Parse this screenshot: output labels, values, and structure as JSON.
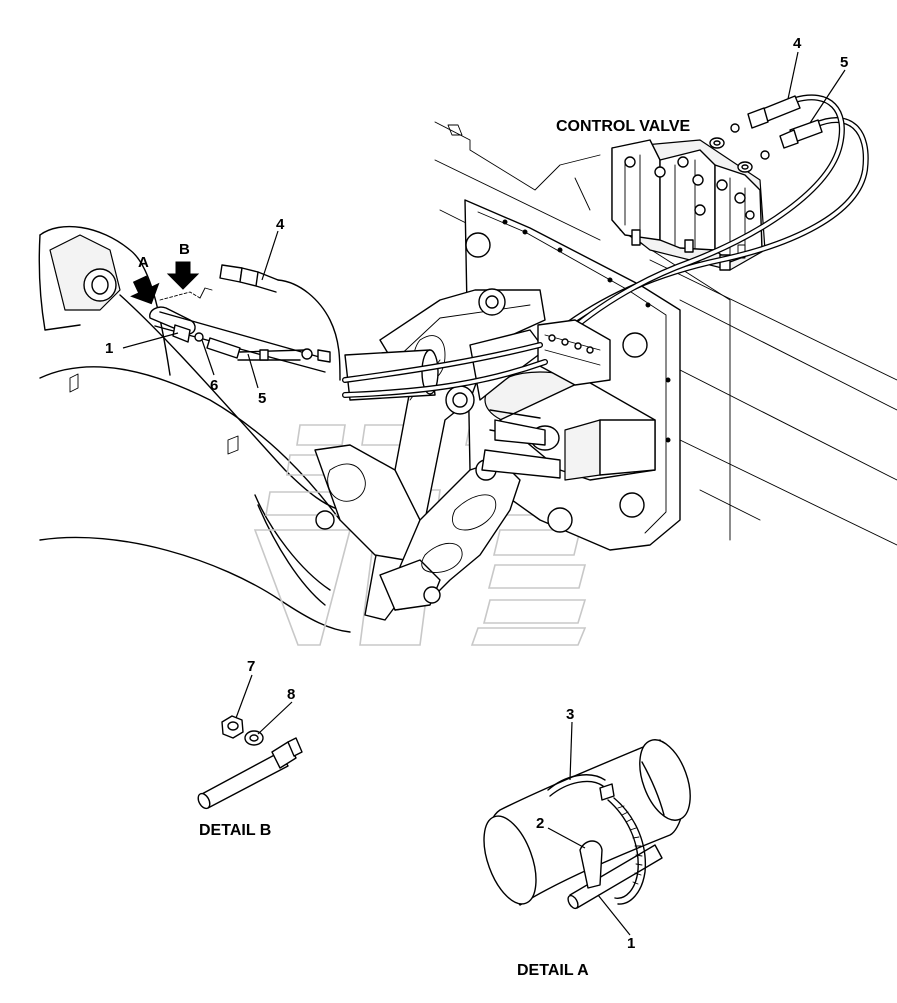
{
  "labels": {
    "control_valve": "CONTROL VALVE",
    "detail_a": "DETAIL A",
    "detail_b": "DETAIL B",
    "view_a": "A",
    "view_b": "B"
  },
  "callouts": {
    "c1_main": "1",
    "c4_main": "4",
    "c5_main": "5",
    "c6_main": "6",
    "c4_valve": "4",
    "c5_valve": "5",
    "c7_detail_b": "7",
    "c8_detail_b": "8",
    "c3_detail_a": "3",
    "c2_detail_a": "2",
    "c1_detail_a": "1"
  }
}
